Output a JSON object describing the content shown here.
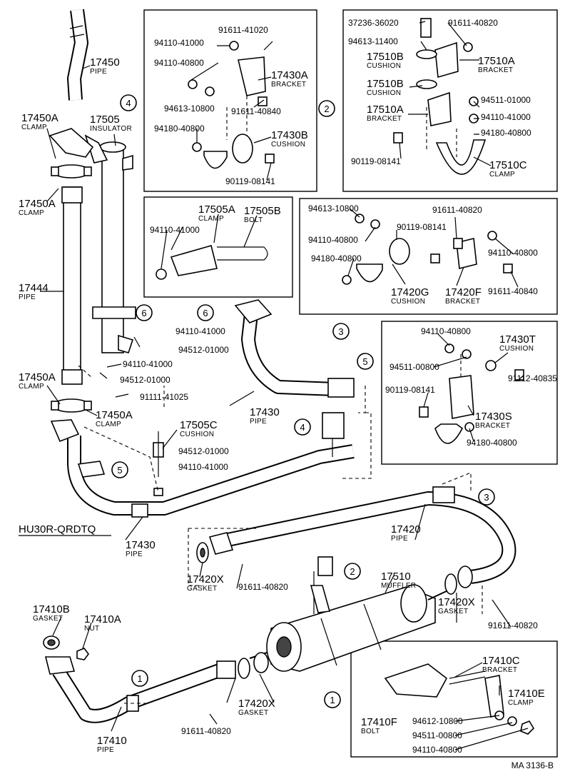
{
  "drawing_code": "MA 3136-B",
  "engine_note": "HU30R-QRDTQ",
  "callouts": [
    {
      "key": "c17450",
      "num": "17450",
      "name": "PIPE"
    },
    {
      "key": "c17450A_1",
      "num": "17450A",
      "name": "CLAMP"
    },
    {
      "key": "c17505",
      "num": "17505",
      "name": "INSULATOR"
    },
    {
      "key": "c17450A_2",
      "num": "17450A",
      "name": "CLAMP"
    },
    {
      "key": "c17444",
      "num": "17444",
      "name": "PIPE"
    },
    {
      "key": "c17450A_3",
      "num": "17450A",
      "name": "CLAMP"
    },
    {
      "key": "c17450A_4",
      "num": "17450A",
      "name": "CLAMP"
    },
    {
      "key": "c17505C",
      "num": "17505C",
      "name": "CUSHION"
    },
    {
      "key": "c17430_1",
      "num": "17430",
      "name": "PIPE"
    },
    {
      "key": "c17430_2",
      "num": "17430",
      "name": "PIPE"
    },
    {
      "key": "c17420",
      "num": "17420",
      "name": "PIPE"
    },
    {
      "key": "c17510",
      "num": "17510",
      "name": "MUFFLER"
    },
    {
      "key": "c17420X_1",
      "num": "17420X",
      "name": "GASKET"
    },
    {
      "key": "c17420X_2",
      "num": "17420X",
      "name": "GASKET"
    },
    {
      "key": "c17420X_3",
      "num": "17420X",
      "name": "GASKET"
    },
    {
      "key": "c17410B",
      "num": "17410B",
      "name": "GASKET"
    },
    {
      "key": "c17410A",
      "num": "17410A",
      "name": "NUT"
    },
    {
      "key": "c17410",
      "num": "17410",
      "name": "PIPE"
    },
    {
      "key": "c17430A",
      "num": "17430A",
      "name": "BRACKET"
    },
    {
      "key": "c17430B",
      "num": "17430B",
      "name": "CUSHION"
    },
    {
      "key": "c17510B_1",
      "num": "17510B",
      "name": "CUSHION"
    },
    {
      "key": "c17510A_1",
      "num": "17510A",
      "name": "BRACKET"
    },
    {
      "key": "c17510B_2",
      "num": "17510B",
      "name": "CUSHION"
    },
    {
      "key": "c17510A_2",
      "num": "17510A",
      "name": "BRACKET"
    },
    {
      "key": "c17510C",
      "num": "17510C",
      "name": "CLAMP"
    },
    {
      "key": "c17505A",
      "num": "17505A",
      "name": "CLAMP"
    },
    {
      "key": "c17505B",
      "num": "17505B",
      "name": "BOLT"
    },
    {
      "key": "c17420G",
      "num": "17420G",
      "name": "CUSHION"
    },
    {
      "key": "c17420F",
      "num": "17420F",
      "name": "BRACKET"
    },
    {
      "key": "c17430T",
      "num": "17430T",
      "name": "CUSHION"
    },
    {
      "key": "c17430S",
      "num": "17430S",
      "name": "BRACKET"
    },
    {
      "key": "c17410C",
      "num": "17410C",
      "name": "BRACKET"
    },
    {
      "key": "c17410E",
      "num": "17410E",
      "name": "CLAMP"
    },
    {
      "key": "c17410F",
      "num": "17410F",
      "name": "BOLT"
    }
  ],
  "part_numbers": [
    "94110-41000",
    "94110-40800",
    "94613-10800",
    "94180-40800",
    "91611-41020",
    "91611-40840",
    "90119-08141",
    "37236-36020",
    "91611-40820",
    "94613-11400",
    "94511-01000",
    "94110-41000",
    "94180-40800",
    "90119-08141",
    "94110-41000",
    "94613-10800",
    "94110-40800",
    "90119-08141",
    "94180-40800",
    "91611-40820",
    "94110-40800",
    "91611-40840",
    "94110-41000",
    "94512-01000",
    "94110-41000",
    "94512-01000",
    "91111-41025",
    "94512-01000",
    "94110-41000",
    "94110-40800",
    "94511-00800",
    "90119-08141",
    "91112-40835",
    "94180-40800",
    "91611-40820",
    "91611-40820",
    "91611-40820",
    "94612-10800",
    "94511-00800",
    "94110-40800"
  ],
  "ref_marks": [
    "1",
    "2",
    "3",
    "4",
    "5",
    "6"
  ]
}
